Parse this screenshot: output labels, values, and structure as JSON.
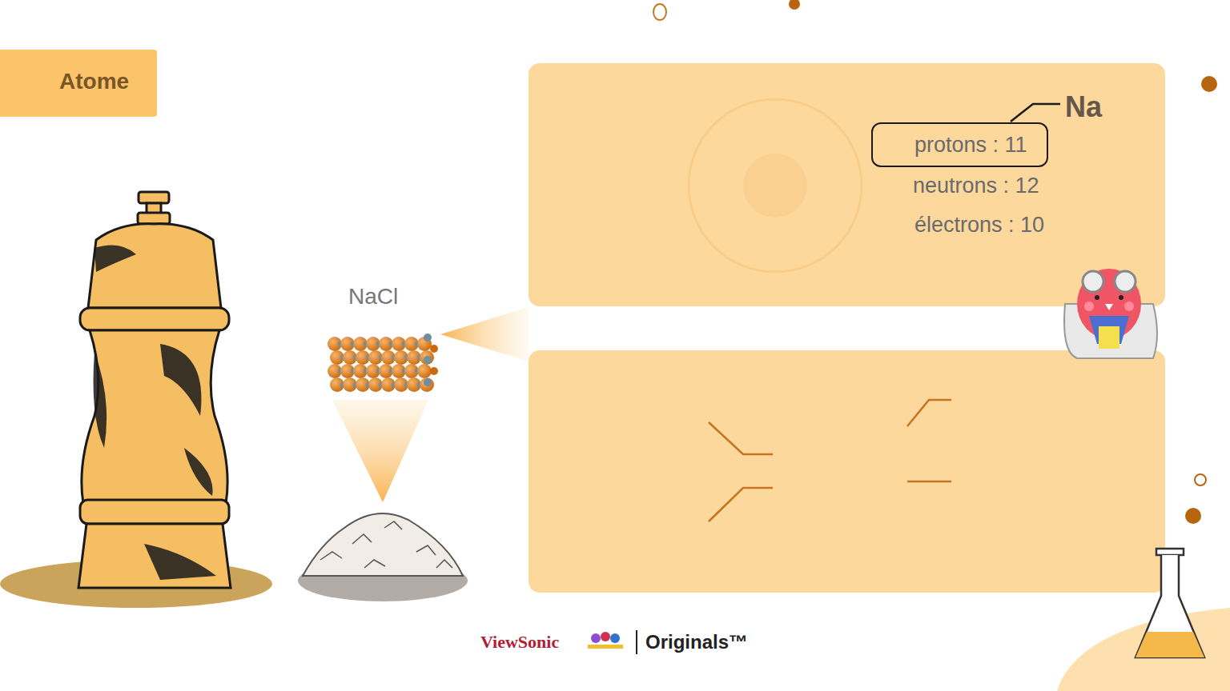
{
  "diagram": {
    "nodes": [
      {
        "text": [
          "Atome"
        ]
      },
      {
        "text": [
          "Na",
          "neutrons : 12",
          "électrons : 10"
        ]
      },
      {
        "text": [
          "protons : 11"
        ],
        "in": 1
      }
    ],
    "labels": [
      "NaCl",
      "ViewSonic",
      "Originals™"
    ]
  }
}
